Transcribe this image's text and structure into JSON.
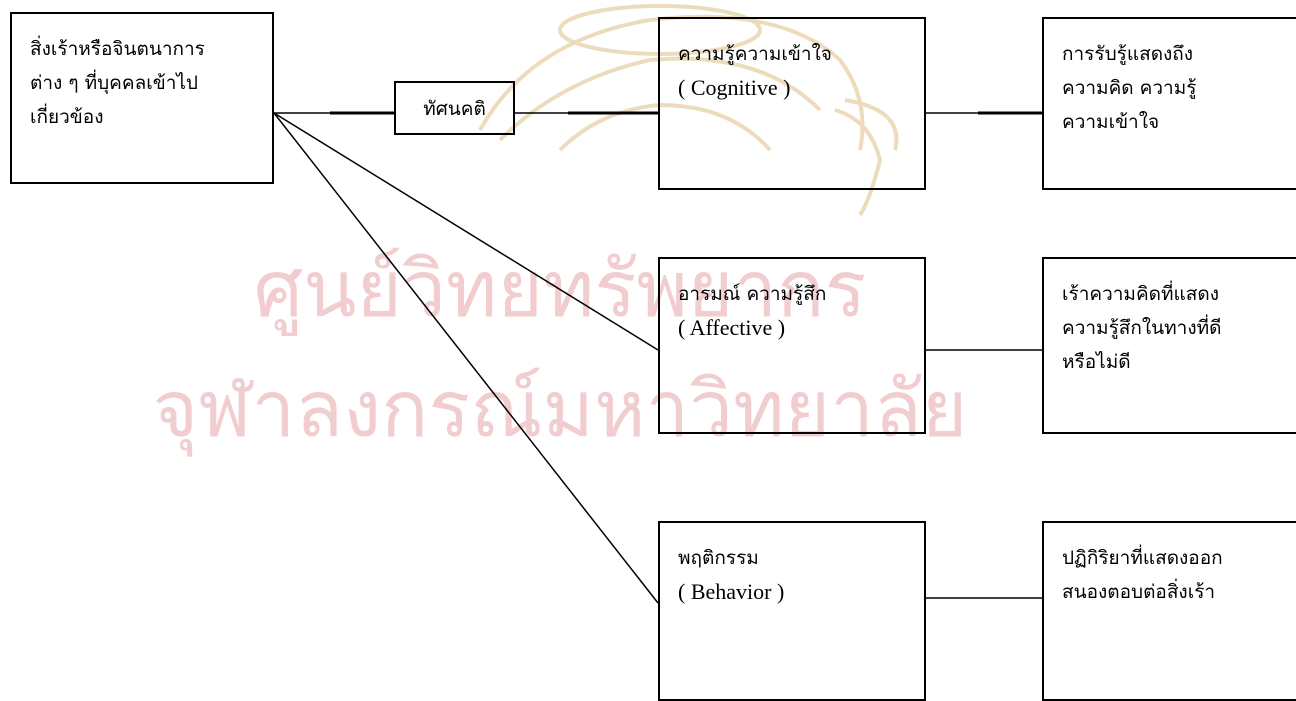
{
  "watermark": {
    "line1": "ศูนย์วิทยทรัพยากร",
    "line2": "จุฬาลงกรณ์มหาวิทยาลัย",
    "color": "#e8a5a8",
    "seal_color": "#d8b36a"
  },
  "stimulus": {
    "lines": [
      "สิ่งเร้าหรือจินตนาการ",
      "ต่าง ๆ ที่บุคคลเข้าไป",
      "เกี่ยวข้อง"
    ]
  },
  "attitude": {
    "label": "ทัศนคติ"
  },
  "components": [
    {
      "label_th": "ความรู้ความเข้าใจ",
      "label_en": "( Cognitive )",
      "description": [
        "การรับรู้แสดงถึง",
        "ความคิด ความรู้",
        "ความเข้าใจ"
      ]
    },
    {
      "label_th": "อารมณ์ ความรู้สึก",
      "label_en": "( Affective )",
      "description": [
        "เร้าความคิดที่แสดง",
        "ความรู้สึกในทางที่ดี",
        "หรือไม่ดี"
      ]
    },
    {
      "label_th": "พฤติกรรม",
      "label_en": "( Behavior )",
      "description": [
        "ปฏิกิริยาที่แสดงออก",
        "สนองตอบต่อสิ่งเร้า"
      ]
    }
  ]
}
